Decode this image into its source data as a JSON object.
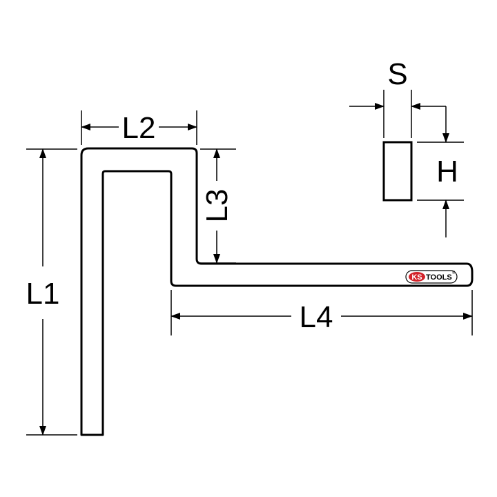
{
  "diagram": {
    "labels": {
      "L1": "L1",
      "L2": "L2",
      "L3": "L3",
      "L4": "L4",
      "S": "S",
      "H": "H"
    },
    "logo": {
      "text_ks": "KS",
      "text_tools": "TOOLS",
      "registered": "®"
    }
  },
  "colors": {
    "stroke": "#000000",
    "background": "#ffffff",
    "logo_red": "#d3232a"
  }
}
